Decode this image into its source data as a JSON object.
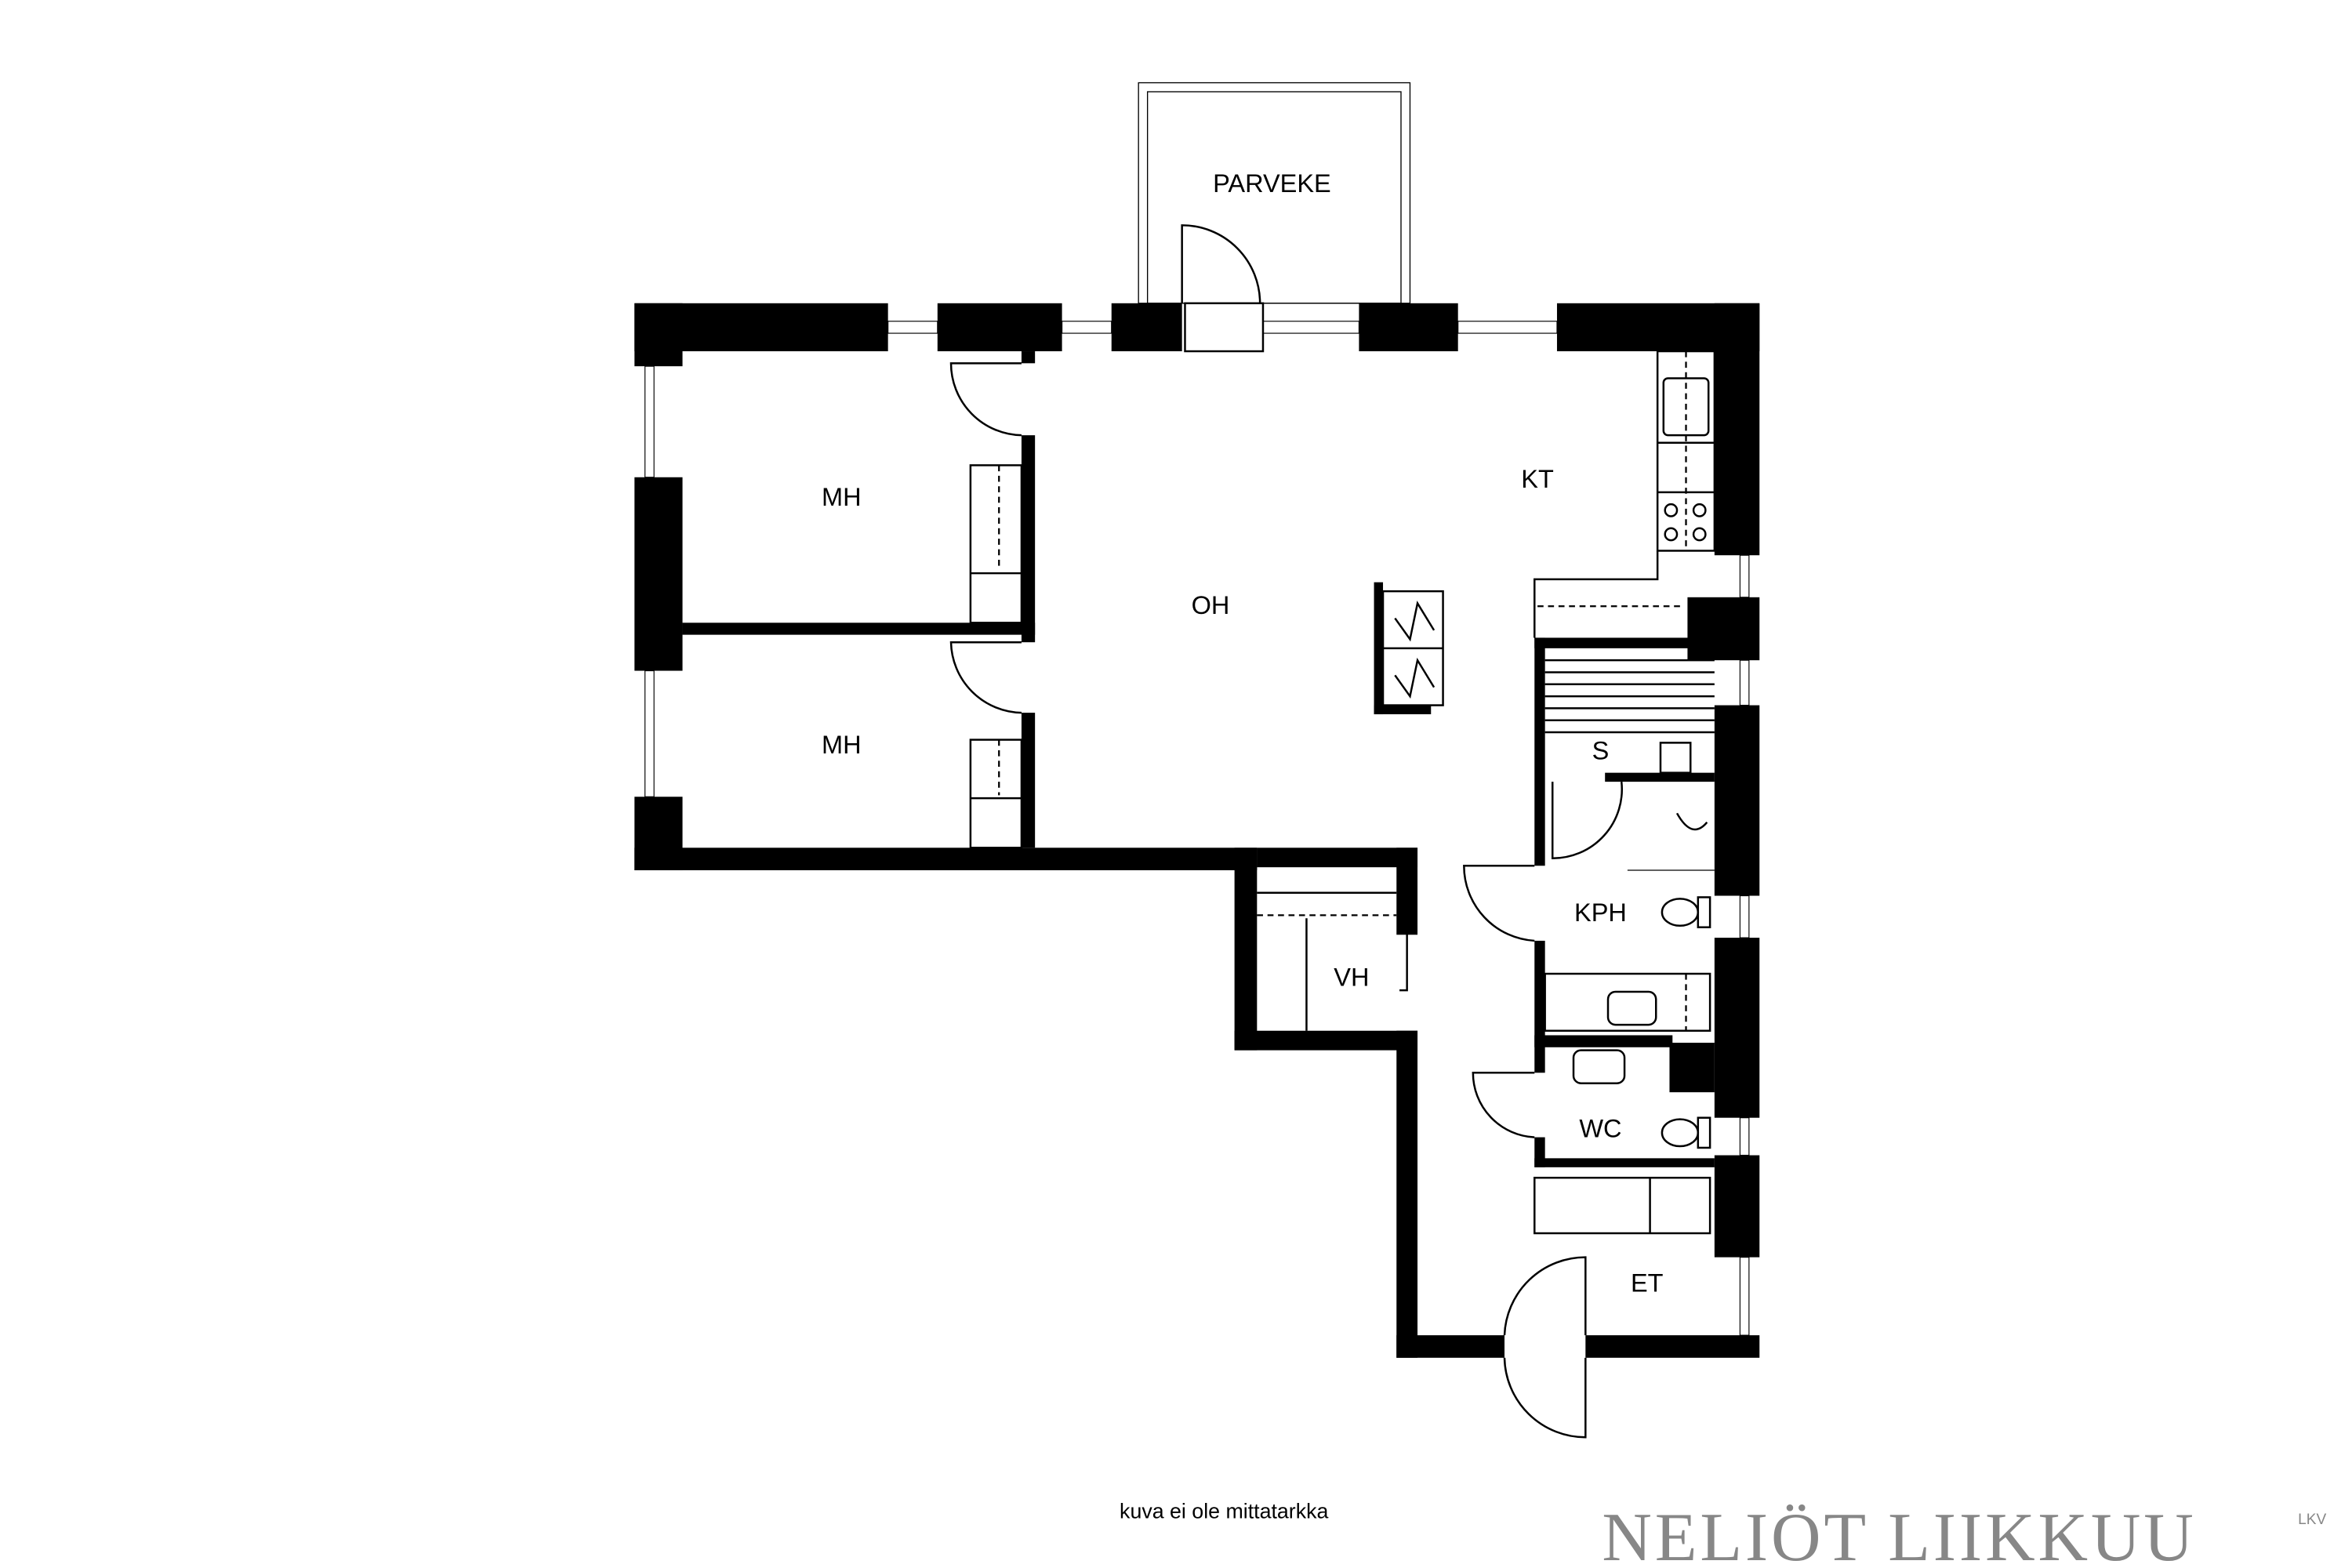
{
  "rooms": {
    "balcony": "PARVEKE",
    "bedroom1": "MH",
    "bedroom2": "MH",
    "living": "OH",
    "kitchen": "KT",
    "sauna": "S",
    "bathroom": "KPH",
    "closet": "VH",
    "wc": "WC",
    "entry": "ET"
  },
  "note": "kuva ei ole mittatarkka",
  "logo": {
    "name": "NELIÖT LIIKKUU",
    "suffix": "LKV",
    "color": "#878787"
  }
}
